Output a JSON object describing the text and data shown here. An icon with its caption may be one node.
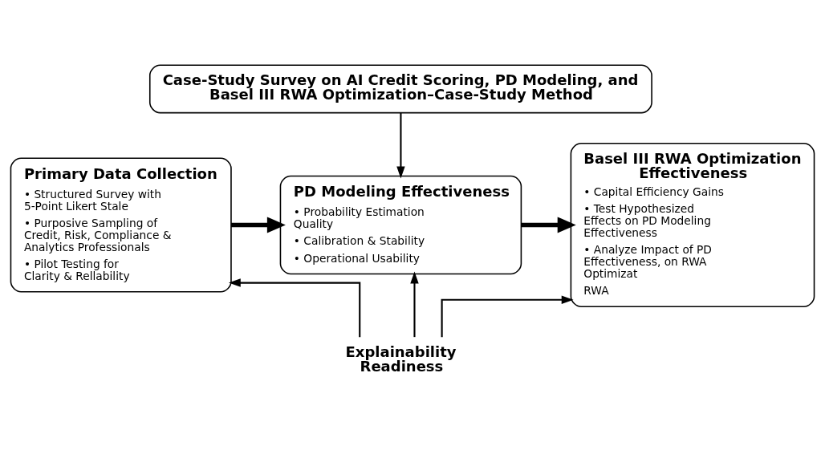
{
  "diagram": {
    "nodes": [
      {
        "text": [
          "Case-Study Survey on AI Credit Scoring, PD Modeling, and Basel III RWA Optimization–Case-Study Method"
        ]
      },
      {
        "text": [
          "Primary Data Collection",
          "• Structured Survey with 5-Point Likert Stale",
          "• Purposive Sampling of Credit, Risk, Compliance & Analytics Professionals",
          "• Pilot Testing for Clarity & Rellability"
        ]
      },
      {
        "text": [
          "PD Modeling Effectiveness",
          "• Probability Estimation Quality",
          "• Calibration & Stability",
          "• Operational Usability"
        ]
      },
      {
        "text": [
          "Basel III RWA Optimization Effectiveness",
          "• Capital Efficiency Gains",
          "• Test Hypothesized Effects on PD Modeling Effectiveness",
          "• Analyze Impact of PD Effectiveness, on RWA Optimizat",
          "RWA"
        ]
      },
      {
        "text": [
          "Explainability Readiness"
        ]
      }
    ],
    "edges": [
      {
        "from": 0,
        "to": 2,
        "arrow": "to"
      },
      {
        "from": 1,
        "to": 2,
        "arrow": "to",
        "style": "thick"
      },
      {
        "from": 2,
        "to": 3,
        "arrow": "to",
        "style": "thick"
      },
      {
        "from": 4,
        "to": 2,
        "arrow": "to"
      },
      {
        "from": 4,
        "to": 1,
        "arrow": "to"
      },
      {
        "from": 4,
        "to": 3,
        "arrow": "to"
      }
    ]
  }
}
